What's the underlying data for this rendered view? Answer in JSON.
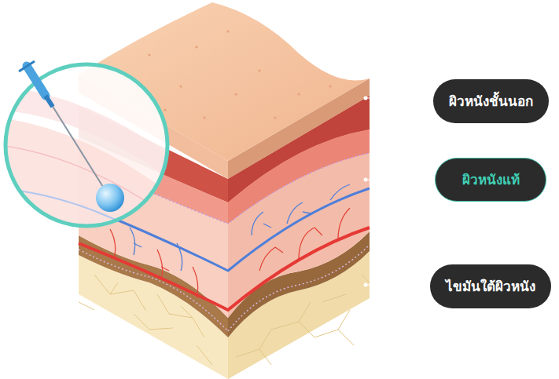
{
  "diagram": {
    "nodes": [
      {
        "text": [
          "ผิวหนังชั้นนอก"
        ]
      },
      {
        "text": [
          "ผิวหนังแท้"
        ]
      },
      {
        "text": [
          "ไขมันใต้ผิวหนัง"
        ]
      }
    ]
  }
}
